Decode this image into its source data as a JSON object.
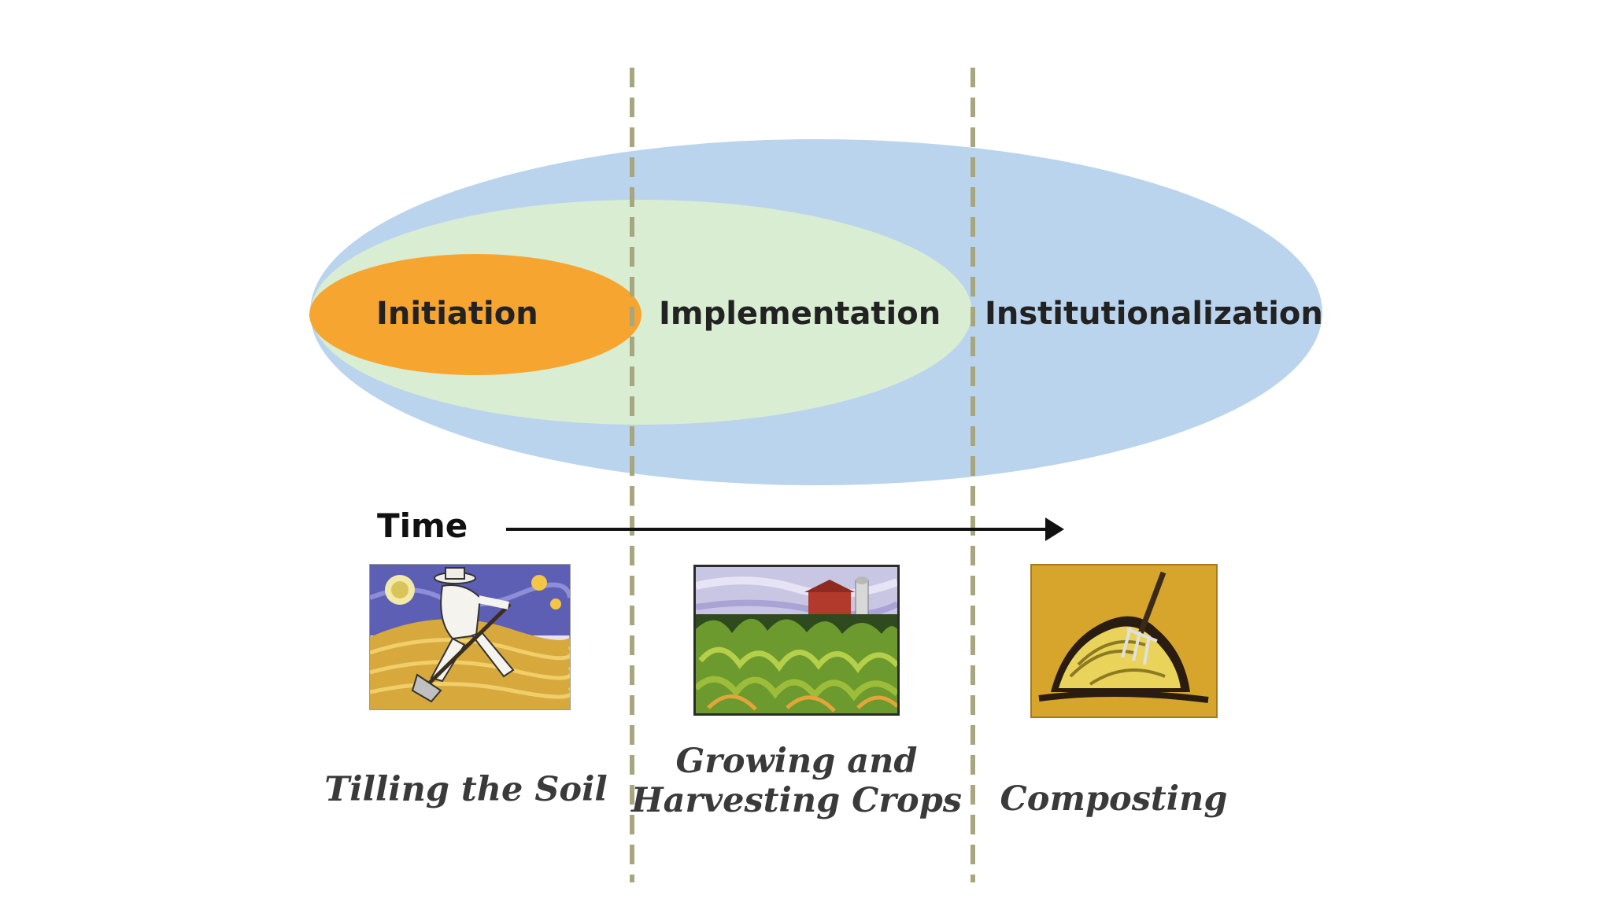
{
  "phases": {
    "initiation": {
      "label": "Initiation",
      "color": "#F6A530"
    },
    "implementation": {
      "label": "Implementation",
      "color": "#D9EDD2"
    },
    "institutionalization": {
      "label": "Institutionalization",
      "color": "#BAD4EE"
    }
  },
  "time_label": "Time",
  "divider_color": "#A8A67E",
  "captions": {
    "tilling": "Tilling the Soil",
    "growing_line1": "Growing and",
    "growing_line2": "Harvesting Crops",
    "composting": "Composting"
  },
  "icons": {
    "tilling": "farmer-digging-icon",
    "growing": "crop-field-barn-icon",
    "composting": "pitchfork-haystack-icon"
  }
}
